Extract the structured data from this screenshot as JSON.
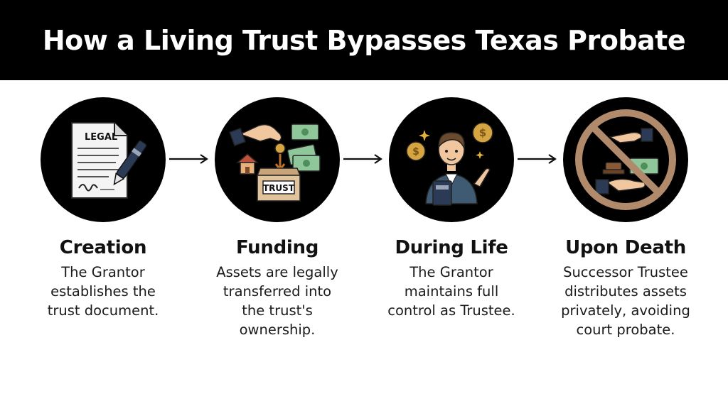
{
  "title": "How a Living Trust Bypasses Texas Probate",
  "steps": [
    {
      "icon": "legal-document-icon",
      "label": "LEGAL",
      "heading": "Creation",
      "lines": [
        "The Grantor",
        "establishes the",
        "trust document."
      ]
    },
    {
      "icon": "trust-funding-icon",
      "label": "TRUST",
      "heading": "Funding",
      "lines": [
        "Assets are legally",
        "transferred into",
        "the trust's",
        "ownership."
      ]
    },
    {
      "icon": "grantor-control-icon",
      "heading": "During Life",
      "lines": [
        "The Grantor",
        "maintains full",
        "control as Trustee."
      ]
    },
    {
      "icon": "no-probate-icon",
      "heading": "Upon Death",
      "lines": [
        "Successor Trustee",
        "distributes assets",
        "privately, avoiding",
        "court probate."
      ]
    }
  ],
  "colors": {
    "header_bg": "#000000",
    "circle_bg": "#000000",
    "money_green": "#8fc79a",
    "prohibition": "#b08a6a"
  }
}
